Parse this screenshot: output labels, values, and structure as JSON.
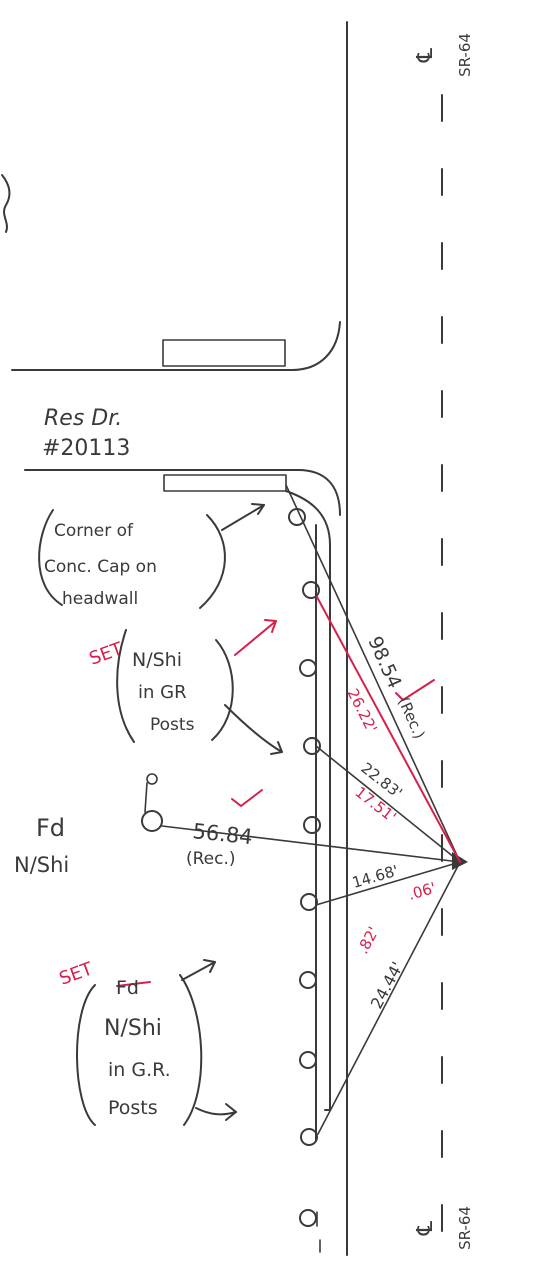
{
  "labels": {
    "centerline_top": "℄",
    "sr64_top": "SR-64",
    "centerline_bottom": "℄",
    "sr64_bottom": "SR-64",
    "res_dr": "Res Dr.",
    "res_num": "#20113",
    "corner_1": "Corner of",
    "corner_2": "Conc. Cap on",
    "corner_3": "headwall",
    "set_top": "SET",
    "nshi_top_1": "N/Shi",
    "nshi_top_2": "in GR",
    "nshi_top_3": "Posts",
    "fd_left": "Fd",
    "nshi_left": "N/Shi",
    "set_bottom": "SET",
    "fd_struck": "Fd",
    "nshi_bot_1": "N/Shi",
    "nshi_bot_2": "in G.R.",
    "nshi_bot_3": "Posts"
  },
  "measurements": {
    "d1": "98.54",
    "d1_rec": "(Rec.)",
    "d_red_a": "26.22'",
    "d_black_b": "22.83'",
    "d_red_b": "17.51'",
    "d2": "56.84",
    "d2_rec": "(Rec.)",
    "d_black_c": "14.68'",
    "d_red_c": ".06'",
    "d_red_d": ".82'",
    "d_black_d": "24.44'"
  },
  "colors": {
    "ink": "#3a3a3a",
    "red_ink": "#d6204a"
  }
}
